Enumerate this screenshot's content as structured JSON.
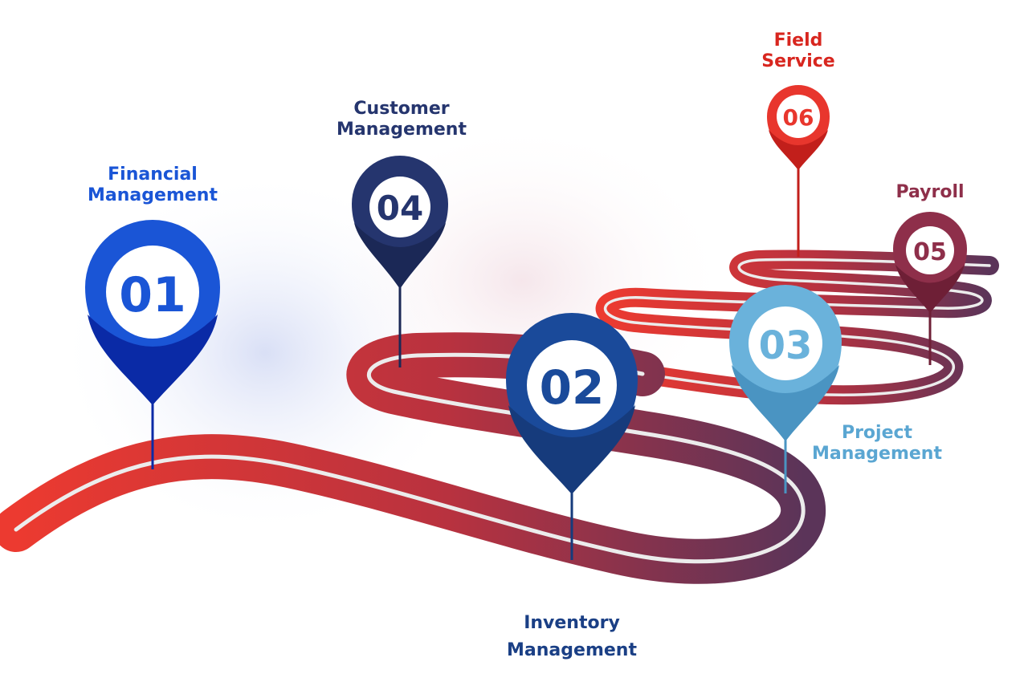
{
  "milestones": [
    {
      "number": "01",
      "title_line1": "Financial",
      "title_line2": "Management",
      "color": "#1a55d6",
      "dark": "#0a2aa6"
    },
    {
      "number": "02",
      "title_line1": "Inventory",
      "title_line2": "Management",
      "color": "#1a4a9a",
      "dark": "#163b7c"
    },
    {
      "number": "03",
      "title_line1": "Project",
      "title_line2": "Management",
      "color": "#6ab2db",
      "dark": "#4a94c2"
    },
    {
      "number": "04",
      "title_line1": "Customer",
      "title_line2": "Management",
      "color": "#25356e",
      "dark": "#1b2856"
    },
    {
      "number": "05",
      "title_line1": "Payroll",
      "title_line2": "",
      "color": "#8e2f4a",
      "dark": "#6e1f36"
    },
    {
      "number": "06",
      "title_line1": "Field",
      "title_line2": "Service",
      "color": "#e8362d",
      "dark": "#c21f1b"
    }
  ],
  "road": {
    "start_color": "#ec3a30",
    "mid_color": "#b8323f",
    "end_color": "#5b3459"
  }
}
